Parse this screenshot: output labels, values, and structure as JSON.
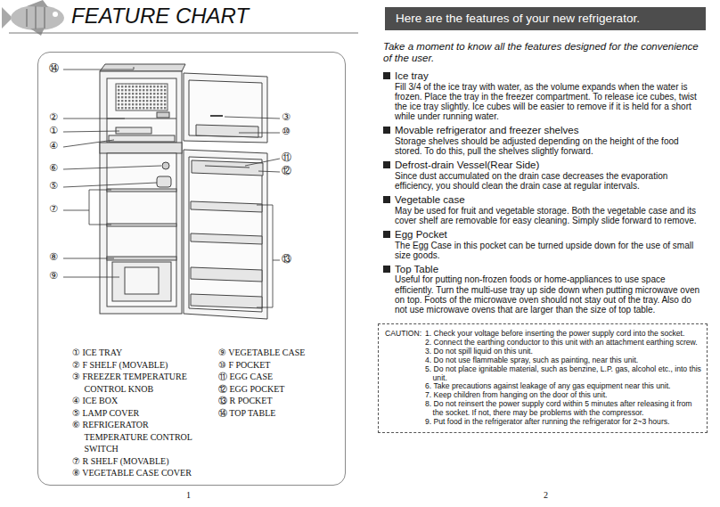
{
  "diagram": {
    "title": "FEATURE CHART",
    "nodes": [
      {
        "text": [
          "① ICE TRAY",
          "② F SHELF (MOVABLE)",
          "③ FREEZER TEMPERATURE CONTROL KNOB",
          "④ ICE BOX",
          "⑤ LAMP COVER",
          "⑥ REFRIGERATOR TEMPERATURE CONTROL SWITCH",
          "⑦ R SHELF (MOVABLE)",
          "⑧ VEGETABLE CASE COVER",
          "⑨ VEGETABLE CASE",
          "⑩ F POCKET",
          "⑪ EGG CASE",
          "⑫ EGG POCKET",
          "⑬ R POCKET",
          "⑭ TOP TABLE"
        ]
      },
      {
        "text": [
          "Here are the features of your new refrigerator."
        ]
      },
      {
        "text": [
          "CAUTION:",
          "1. Check your voltage before inserting the power supply cord into the socket.",
          "2. Connect the earthing conductor to this unit with an attachment earthing screw.",
          "3. Do not spill liquid on this unit.",
          "4. Do not use flammable spray, such as painting, near this unit.",
          "5. Do not place ignitable material, such as benzine, L.P. gas, alcohol etc., into this unit.",
          "6. Take precautions against leakage of any gas equipment near this unit.",
          "7. Keep children from hanging on the door of this unit.",
          "8. Do not reinsert the power supply cord within 5 minutes after releasing it from the socket. If not, there may be problems with the compressor.",
          "9. Put food in the refrigerator after running the refrigerator for 2~3 hours."
        ]
      }
    ],
    "labels": [
      "⑭",
      "②",
      "①",
      "④",
      "⑥",
      "⑤",
      "⑦",
      "⑧",
      "⑨",
      "③",
      "⑩",
      "⑪",
      "⑫",
      "⑬",
      "Take a moment to know all the features designed for the convenience of the user.",
      "Ice tray",
      "Fill 3/4 of the ice tray with water, as the volume expands when the water is frozen. Place the tray in the freezer compartment. To release ice cubes, twist the ice tray slightly. Ice cubes will be easier to remove if it is held for a short while under running water.",
      "Movable refrigerator and freezer shelves",
      "Storage shelves should be adjusted depending on the height of the food stored. To do this, pull the shelves slightly forward.",
      "Defrost-drain Vessel(Rear Side)",
      "Since dust accumulated on the drain case decreases the evaporation efficiency, you should clean the drain case at regular intervals.",
      "Vegetable case",
      "May be used for fruit and vegetable storage. Both the vegetable case and its cover shelf are removable for easy cleaning. Simply slide forward to remove.",
      "Egg Pocket",
      "The Egg Case in this pocket can be turned upside down for the use of small size goods.",
      "Top Table",
      "Useful for putting non-frozen foods or home-appliances to use space efficiently. Turn the multi-use tray up side down when putting microwave oven on top. Foots of the microwave oven should not stay out of the tray. Also do not use microwave ovens that are larger than the size of top table.",
      "1",
      "2"
    ]
  }
}
